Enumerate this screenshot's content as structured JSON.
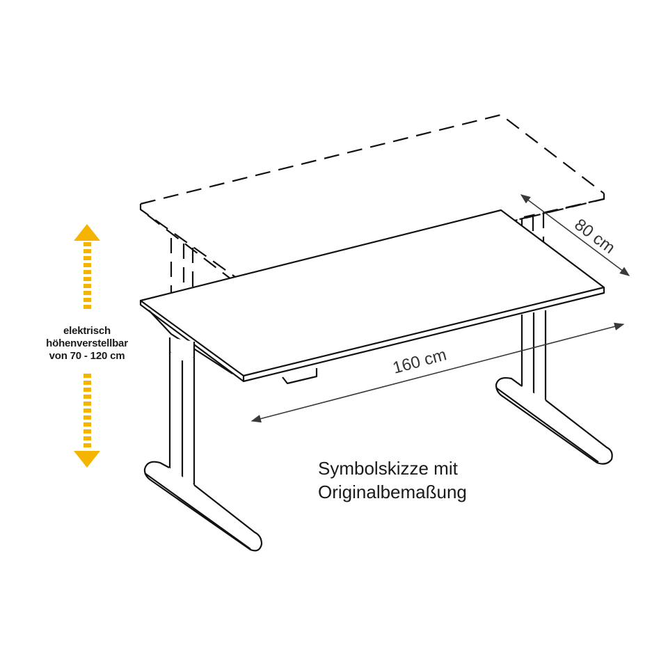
{
  "figure": {
    "type": "desk-dimension-sketch",
    "subject": "electric height-adjustable desk"
  },
  "height_annotation": {
    "lines": [
      "elektrisch",
      "höhenverstellbar",
      "von 70 - 120 cm"
    ],
    "range_min_cm": 70,
    "range_max_cm": 120,
    "arrow_color": "#F5B400"
  },
  "dimensions": {
    "width_label": "160 cm",
    "width_cm": 160,
    "depth_label": "80 cm",
    "depth_cm": 80,
    "dimension_arrow_color": "#3a3a3a"
  },
  "caption": {
    "lines": [
      "Symbolskizze mit",
      "Originalbemaßung"
    ]
  },
  "colors": {
    "line": "#111111",
    "background": "#FFFFFF",
    "accent": "#F5B400"
  }
}
